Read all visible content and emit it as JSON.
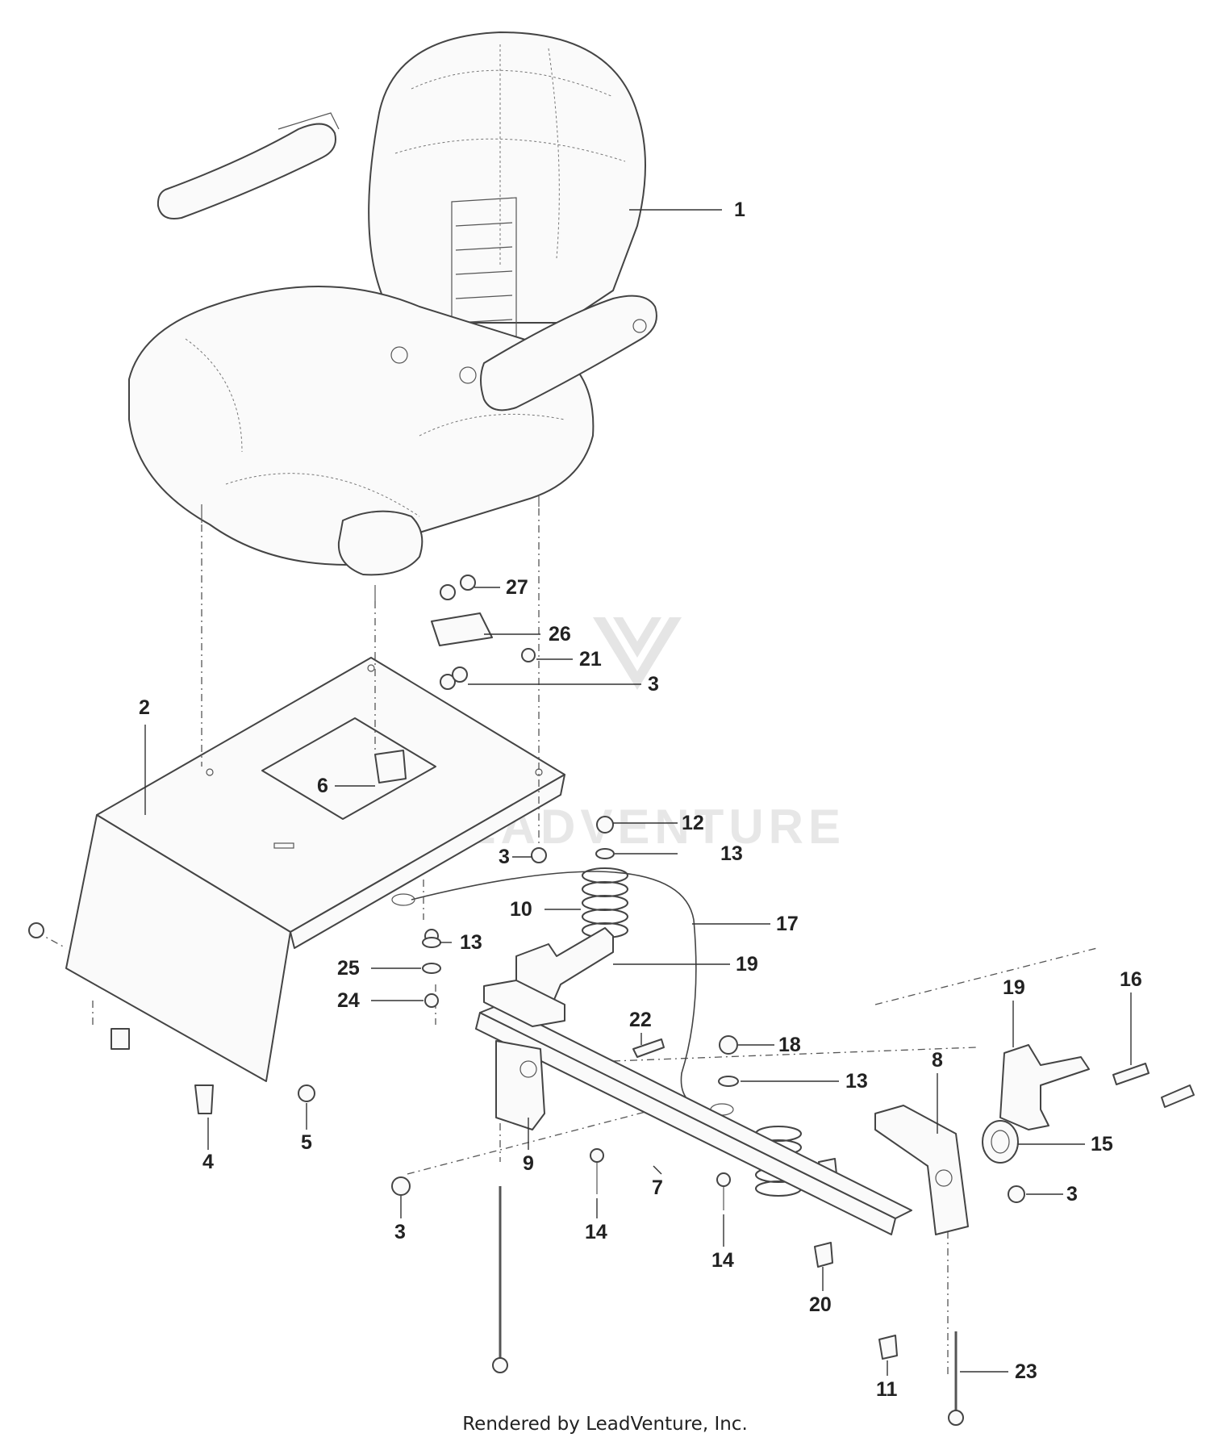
{
  "footer_text": "Rendered by LeadVenture, Inc.",
  "watermark_text": "LEADVENTURE",
  "callouts": [
    {
      "id": "c1",
      "label": "1"
    },
    {
      "id": "c2",
      "label": "2"
    },
    {
      "id": "c27",
      "label": "27"
    },
    {
      "id": "c26",
      "label": "26"
    },
    {
      "id": "c21",
      "label": "21"
    },
    {
      "id": "c3a",
      "label": "3"
    },
    {
      "id": "c6",
      "label": "6"
    },
    {
      "id": "c12",
      "label": "12"
    },
    {
      "id": "c13a",
      "label": "13"
    },
    {
      "id": "c3b",
      "label": "3"
    },
    {
      "id": "c10",
      "label": "10"
    },
    {
      "id": "c17",
      "label": "17"
    },
    {
      "id": "c13b",
      "label": "13"
    },
    {
      "id": "c25",
      "label": "25"
    },
    {
      "id": "c19a",
      "label": "19"
    },
    {
      "id": "c24",
      "label": "24"
    },
    {
      "id": "c22",
      "label": "22"
    },
    {
      "id": "c18",
      "label": "18"
    },
    {
      "id": "c19b",
      "label": "19"
    },
    {
      "id": "c16",
      "label": "16"
    },
    {
      "id": "c8",
      "label": "8"
    },
    {
      "id": "c13c",
      "label": "13"
    },
    {
      "id": "c4",
      "label": "4"
    },
    {
      "id": "c5",
      "label": "5"
    },
    {
      "id": "c9",
      "label": "9"
    },
    {
      "id": "c7",
      "label": "7"
    },
    {
      "id": "c15",
      "label": "15"
    },
    {
      "id": "c3c",
      "label": "3"
    },
    {
      "id": "c3d",
      "label": "3"
    },
    {
      "id": "c14a",
      "label": "14"
    },
    {
      "id": "c14b",
      "label": "14"
    },
    {
      "id": "c20",
      "label": "20"
    },
    {
      "id": "c11",
      "label": "11"
    },
    {
      "id": "c23",
      "label": "23"
    }
  ]
}
